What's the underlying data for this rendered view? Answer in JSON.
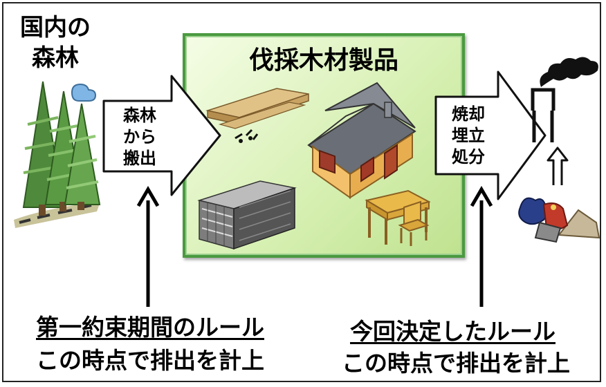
{
  "diagram": {
    "forest_label": "国内の\n森林",
    "products_title": "伐採木材製品",
    "arrow_left_label": "森林\nから\n搬出",
    "arrow_right_label": "焼却\n埋立\n処分",
    "rule_left_line1": "第一約束期間のルール",
    "rule_left_line2": "この時点で排出を計上",
    "rule_right_line1": "今回決定したルール",
    "rule_right_line2": "この時点で排出を計上"
  },
  "colors": {
    "box_border": "#4a9a3f",
    "tree_green": "#4f8a3c",
    "arrow_fill": "#ffffff",
    "house_wall": "#f3c16b",
    "roof": "#6a6e76"
  },
  "icons": [
    "tree-icon",
    "cloud-icon",
    "lumber-icon",
    "house-icon",
    "timber-stack-icon",
    "desk-chair-icon",
    "smokestack-icon",
    "waste-pile-icon",
    "up-arrow-icon"
  ]
}
